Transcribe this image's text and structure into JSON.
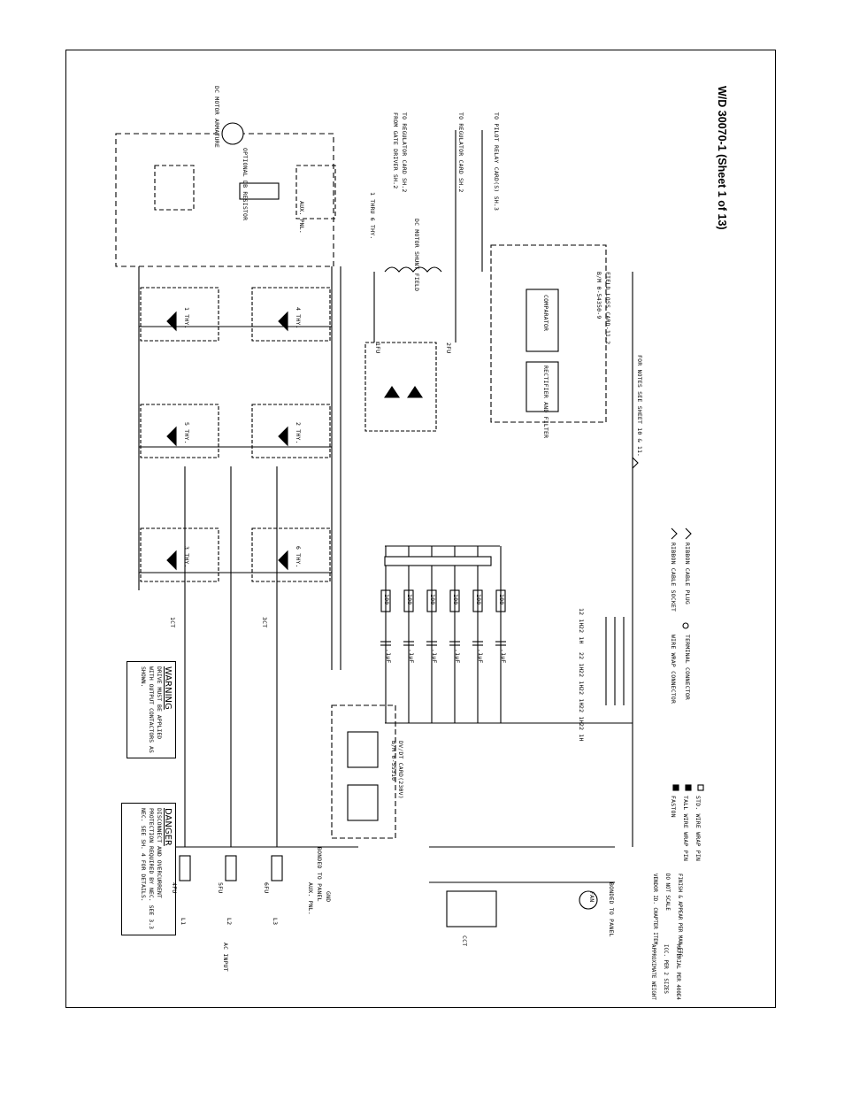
{
  "sheet_title": "W/D 30070-1 (Sheet 1 of 13)",
  "danger": {
    "heading": "DANGER",
    "body": "DISCONNECT AND OVERCURRENT PROTECTION REQUIRED BY NEC. SEE 3.3 NEC. SEE SH. 4 FOR DETAILS."
  },
  "warning": {
    "heading": "WARNING",
    "body": "DRIVE MUST BE APPLIED WITH OUTPUT CONTACTORS AS SHOWN."
  },
  "labels": {
    "ac_input": "AC INPUT",
    "ground": "GND",
    "bonded_panel_1": "BONDED TO PANEL",
    "bonded_panel_2": "BONDED TO PANEL",
    "motor_armature": "DC MOTOR ARMATURE",
    "optional_resistor": "OPTIONAL DB RESISTOR",
    "shunt_field": "DC MOTOR SHUNT FIELD",
    "gate_driver": "FROM GATE DRIVER SH.2",
    "thyristors_note": "1 THRU 6 THY.",
    "to_regulator_1": "TO REGULATOR CARD SH.2",
    "to_regulator_2": "TO REGULATOR CARD SH.2",
    "to_pilot_relay": "TO PILOT RELAY CARD(S) SH.3",
    "field_loss_card": "FIELD LOSS CARD-11.2",
    "field_loss_bm": "B/M 0-54350-9",
    "rectifier": "RECTIFIER AND FILTER",
    "comparator": "COMPARATOR",
    "dvdt_card": "DV/DT CARD(230V)",
    "dvdt_bm": "B/M 0-55310",
    "fuse_4fu": "4FU",
    "fuse_5fu": "5FU",
    "fuse_6fu": "6FU",
    "fuse_1fu": "1FU",
    "fuse_2fu": "2FU",
    "ct1": "1CT",
    "ct2": "3CT",
    "cct": "CCT",
    "fan": "FAN",
    "notes_ref": "FOR NOTES SEE SHEET 10 & 11.",
    "ribbon_socket": "RIBBON CABLE SOCKET",
    "ribbon_plug": "RIBBON CABLE PLUG",
    "wire_wrap": "WIRE WRAP CONNECTOR",
    "terminal_conn": "TERMINAL CONNECTOR",
    "faston": "FASTON",
    "tall_pin": "TALL WIRE WRAP PIN",
    "std_pin": "STD. WIRE WRAP PIN",
    "aut_pnl_1": "AUX. PNL.",
    "aut_pnl_2": "AUX. PNL.",
    "l1": "L1",
    "l2": "L2",
    "l3": "L3"
  },
  "thyristors": [
    "1 THY.",
    "2 THY.",
    "3 THY.",
    "4 THY.",
    "5 THY.",
    "6 THY."
  ],
  "resistors": [
    "100",
    "100",
    "100",
    "100",
    "100",
    "100"
  ],
  "capacitors": [
    ".1μF",
    ".1μF",
    ".1μF",
    ".1μF",
    ".1μF",
    ".1μF"
  ],
  "wire_tags": [
    "22 1H",
    "22 1H",
    "22 1H",
    "22 1H",
    "22 1H",
    "22 1H",
    "12 1H"
  ],
  "bottom_legend": [
    "APPROXIMATE WEIGHT",
    "ICC. PER 2 SIZES",
    "MATERIAL PER 400E4",
    "VENDOR ID. CHAPTER ITEM",
    "DO NOT SCALE",
    "FINISH & APPEAR PER MAN FIG"
  ],
  "colors": {
    "ink": "#000000",
    "paper": "#ffffff"
  }
}
